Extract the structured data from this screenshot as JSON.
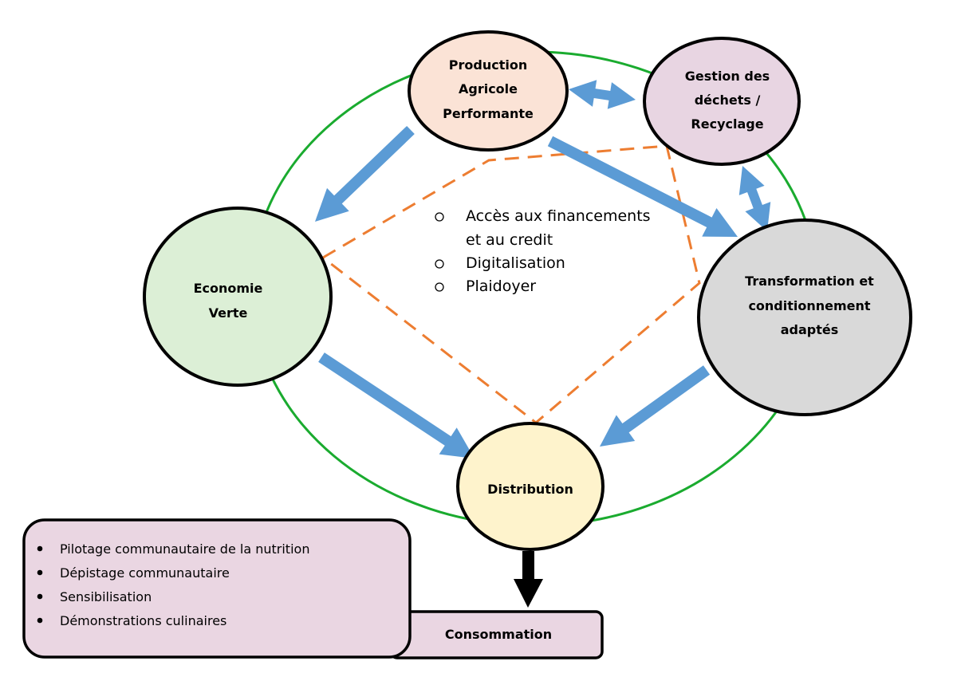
{
  "title": "",
  "colors": {
    "cycle_ring": "#1aab2f",
    "flow_arrow": "#5b9bd5",
    "dashed_polygon": "#ed7d31",
    "outline": "#000000",
    "production_fill": "#fbe3d6",
    "gestion_fill": "#e8d5e2",
    "economie_fill": "#dcefd6",
    "transformation_fill": "#d9d9d9",
    "distribution_fill": "#fef3cc",
    "box_fill": "#ead6e2"
  },
  "nodes": {
    "production": {
      "lines": [
        "Production",
        "Agricole",
        "Performante"
      ]
    },
    "gestion": {
      "lines": [
        "Gestion des",
        "déchets /",
        "Recyclage"
      ]
    },
    "economie": {
      "lines": [
        "Economie",
        "Verte"
      ]
    },
    "transformation": {
      "lines": [
        "Transformation et",
        "conditionnement",
        "adaptés"
      ]
    },
    "distribution": {
      "lines": [
        "Distribution"
      ]
    },
    "consommation": {
      "label": "Consommation"
    }
  },
  "center_list": {
    "bullet": "o",
    "items": [
      {
        "lines": [
          "Accès aux financements",
          "et au credit"
        ]
      },
      {
        "lines": [
          "Digitalisation"
        ]
      },
      {
        "lines": [
          "Plaidoyer"
        ]
      }
    ]
  },
  "community_box": {
    "bullet": "•",
    "items": [
      "Pilotage communautaire de la nutrition",
      "Dépistage communautaire",
      "Sensibilisation",
      "Démonstrations culinaires"
    ]
  },
  "edges": [
    {
      "from": "production",
      "to": "gestion",
      "type": "bidirectional"
    },
    {
      "from": "gestion",
      "to": "transformation",
      "type": "bidirectional"
    },
    {
      "from": "production",
      "to": "economie",
      "type": "directed"
    },
    {
      "from": "production",
      "to": "transformation",
      "type": "directed"
    },
    {
      "from": "economie",
      "to": "distribution",
      "type": "directed"
    },
    {
      "from": "transformation",
      "to": "distribution",
      "type": "directed"
    },
    {
      "from": "distribution",
      "to": "consommation",
      "type": "directed"
    }
  ]
}
